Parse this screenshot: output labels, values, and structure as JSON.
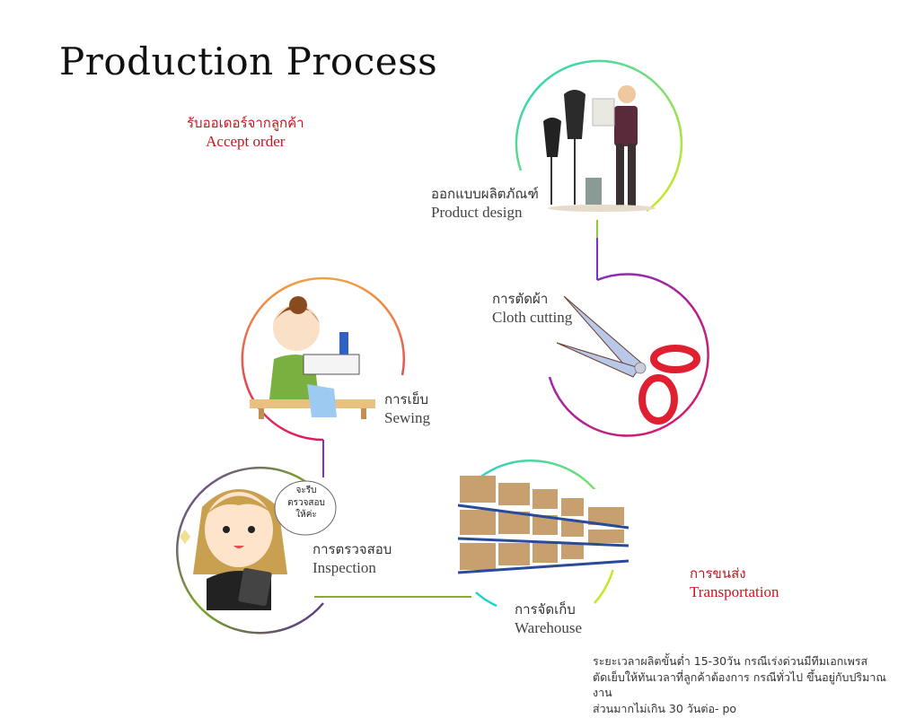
{
  "title": "Production Process",
  "steps": [
    {
      "thai": "รับออเดอร์จากลูกค้า",
      "english": "Accept order",
      "color": "#c4161c"
    },
    {
      "thai": "ออกแบบผลิตภัณฑ์",
      "english": "Product design"
    },
    {
      "thai": "การตัดผ้า",
      "english": "Cloth cutting"
    },
    {
      "thai": "การเย็บ",
      "english": "Sewing"
    },
    {
      "thai": "การตรวจสอบ",
      "english": "Inspection"
    },
    {
      "thai": "การจัดเก็บ",
      "english": "Warehouse"
    },
    {
      "thai": "การขนส่ง",
      "english": "Transportation",
      "color": "#c4161c"
    }
  ],
  "speech_bubble": [
    "จะรีบ",
    "ตรวจสอบ",
    "ให้ค่ะ"
  ],
  "note": [
    "ระยะเวลาผลิตขั้นต่ำ 15-30วัน กรณีเร่งด่วนมีทีมเอกเพรส",
    "ตัดเย็บให้ทันเวลาที่ลูกค้าต้องการ กรณีทั่วไป ขึ้นอยู่กับปริมาณงาน",
    "ส่วนมากไม่เกิน 30 วันต่อ- po"
  ]
}
